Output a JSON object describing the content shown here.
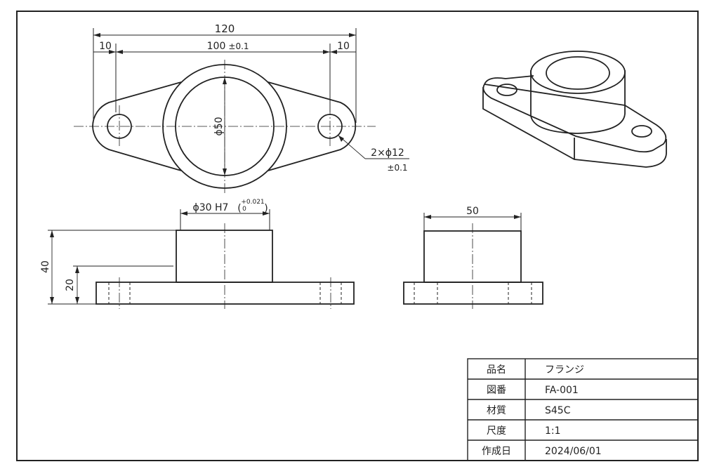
{
  "plan_view": {
    "dim_overall": "120",
    "dim_left_offset": "10",
    "dim_right_offset": "10",
    "dim_hole_pitch": "100",
    "dim_hole_pitch_tol": "±0.1",
    "dim_bore_dia": "ϕ50",
    "hole_callout": "2×ϕ12",
    "hole_callout_tol": "±0.1"
  },
  "front_view": {
    "dim_boss_dia": "ϕ30 H7",
    "dim_boss_tol_upper": "+0.021",
    "dim_boss_tol_lower": "0",
    "dim_total_height": "40",
    "dim_flange_height": "20"
  },
  "side_view": {
    "dim_boss_width": "50"
  },
  "title_block": {
    "rows": [
      {
        "label": "品名",
        "value": "フランジ"
      },
      {
        "label": "図番",
        "value": "FA-001"
      },
      {
        "label": "材質",
        "value": "S45C"
      },
      {
        "label": "尺度",
        "value": "1:1"
      },
      {
        "label": "作成日",
        "value": "2024/06/01"
      }
    ]
  }
}
